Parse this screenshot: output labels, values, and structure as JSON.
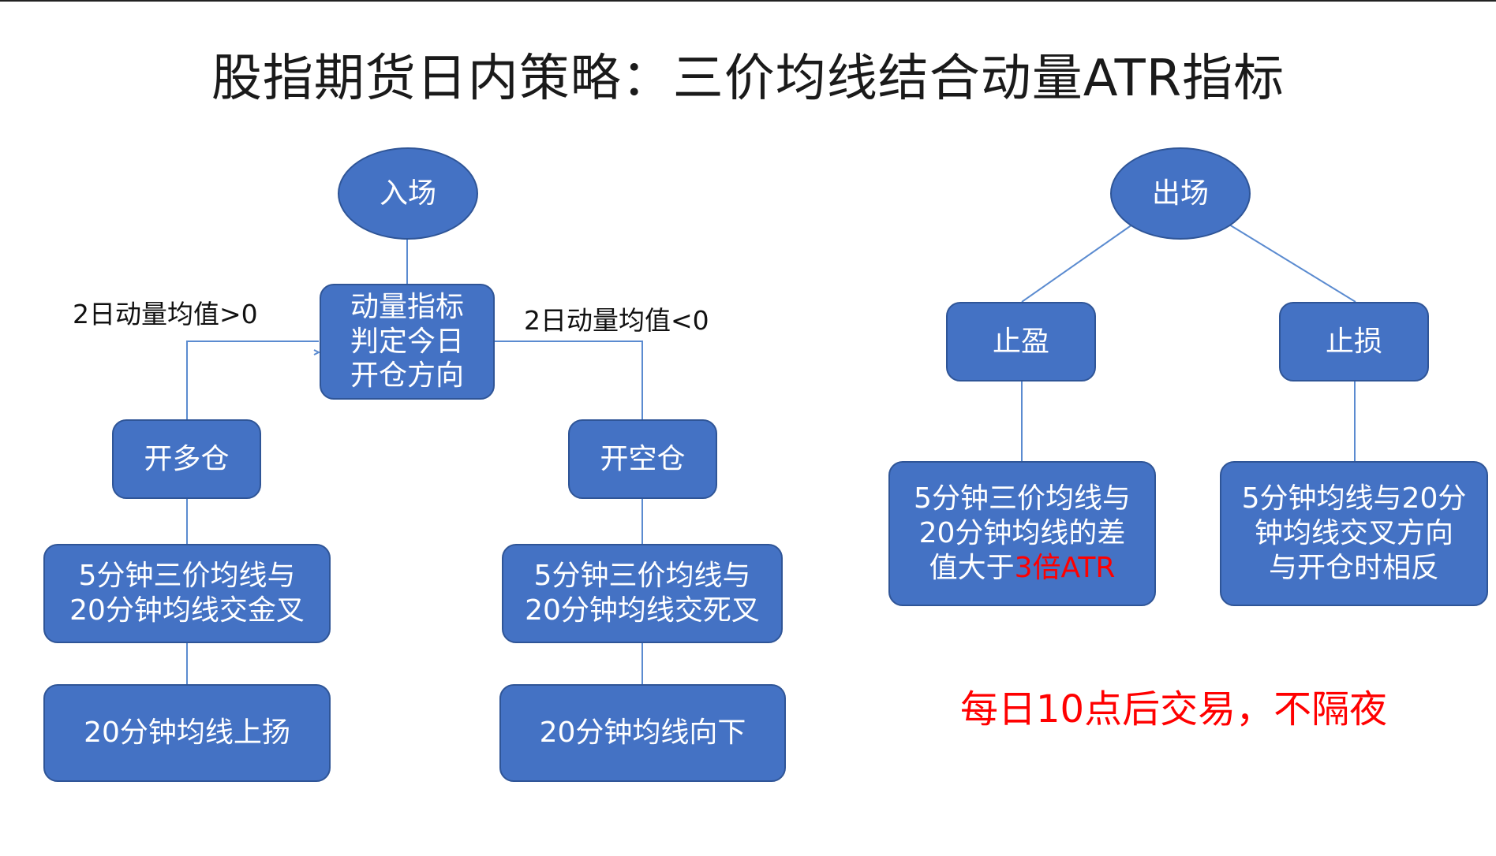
{
  "title": "股指期货日内策略：三价均线结合动量ATR指标",
  "entry": {
    "root": "入场",
    "indicator": [
      "动量指标",
      "判定今日",
      "开仓方向"
    ],
    "cond_long": "2日动量均值>0",
    "cond_short": "2日动量均值<0",
    "long": {
      "label": "开多仓",
      "cross": [
        "5分钟三价均线与",
        "20分钟均线交金叉"
      ],
      "trend": "20分钟均线上扬"
    },
    "short": {
      "label": "开空仓",
      "cross": [
        "5分钟三价均线与",
        "20分钟均线交死叉"
      ],
      "trend": "20分钟均线向下"
    }
  },
  "exit": {
    "root": "出场",
    "take_profit": {
      "label": "止盈",
      "desc": [
        "5分钟三价均线与",
        "20分钟均线的差",
        "值大于"
      ],
      "desc_highlight": "3倍ATR"
    },
    "stop_loss": {
      "label": "止损",
      "desc": [
        "5分钟均线与20分",
        "钟均线交叉方向",
        "与开仓时相反"
      ]
    }
  },
  "note": "每日10点后交易，不隔夜",
  "colors": {
    "node_fill": "#4472C4",
    "node_border": "#2F5597",
    "connector": "#5B8BD0",
    "highlight": "#FF0000"
  }
}
